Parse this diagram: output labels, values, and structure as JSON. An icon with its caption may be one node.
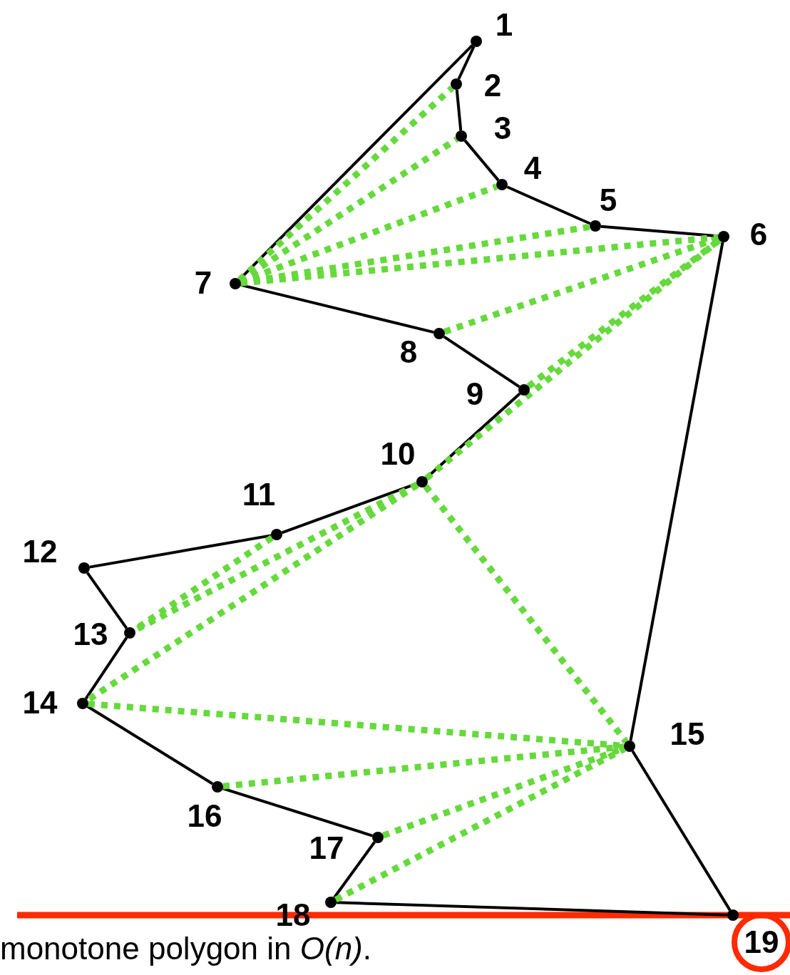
{
  "diagram": {
    "caption": "monotone polygon in *O(n)*.",
    "nodes": [
      {
        "text": [
          "1"
        ]
      },
      {
        "text": [
          "2"
        ]
      },
      {
        "text": [
          "3"
        ]
      },
      {
        "text": [
          "4"
        ]
      },
      {
        "text": [
          "5"
        ]
      },
      {
        "text": [
          "6"
        ]
      },
      {
        "text": [
          "7"
        ]
      },
      {
        "text": [
          "8"
        ]
      },
      {
        "text": [
          "9"
        ]
      },
      {
        "text": [
          "10"
        ]
      },
      {
        "text": [
          "11"
        ]
      },
      {
        "text": [
          "12"
        ]
      },
      {
        "text": [
          "13"
        ]
      },
      {
        "text": [
          "14"
        ]
      },
      {
        "text": [
          "15"
        ]
      },
      {
        "text": [
          "16"
        ]
      },
      {
        "text": [
          "17"
        ]
      },
      {
        "text": [
          "18"
        ]
      },
      {
        "text": [
          "19"
        ]
      }
    ],
    "edges": [
      {
        "from": 0,
        "to": 1,
        "arrow": "none"
      },
      {
        "from": 1,
        "to": 2,
        "arrow": "none"
      },
      {
        "from": 2,
        "to": 3,
        "arrow": "none"
      },
      {
        "from": 3,
        "to": 4,
        "arrow": "none"
      },
      {
        "from": 4,
        "to": 5,
        "arrow": "none"
      },
      {
        "from": 5,
        "to": 14,
        "arrow": "none"
      },
      {
        "from": 14,
        "to": 18,
        "arrow": "none"
      },
      {
        "from": 18,
        "to": 17,
        "arrow": "none"
      },
      {
        "from": 17,
        "to": 16,
        "arrow": "none"
      },
      {
        "from": 16,
        "to": 15,
        "arrow": "none"
      },
      {
        "from": 15,
        "to": 13,
        "arrow": "none"
      },
      {
        "from": 13,
        "to": 12,
        "arrow": "none"
      },
      {
        "from": 12,
        "to": 11,
        "arrow": "none"
      },
      {
        "from": 11,
        "to": 10,
        "arrow": "none"
      },
      {
        "from": 10,
        "to": 9,
        "arrow": "none"
      },
      {
        "from": 9,
        "to": 8,
        "arrow": "none"
      },
      {
        "from": 8,
        "to": 7,
        "arrow": "none"
      },
      {
        "from": 7,
        "to": 6,
        "arrow": "none"
      },
      {
        "from": 6,
        "to": 0,
        "arrow": "none"
      },
      {
        "from": 6,
        "to": 1,
        "arrow": "none",
        "style": "dashed",
        "color": "#66d93d"
      },
      {
        "from": 6,
        "to": 2,
        "arrow": "none",
        "style": "dashed",
        "color": "#66d93d"
      },
      {
        "from": 6,
        "to": 3,
        "arrow": "none",
        "style": "dashed",
        "color": "#66d93d"
      },
      {
        "from": 6,
        "to": 4,
        "arrow": "none",
        "style": "dashed",
        "color": "#66d93d"
      },
      {
        "from": 6,
        "to": 5,
        "arrow": "none",
        "style": "dashed",
        "color": "#66d93d"
      },
      {
        "from": 7,
        "to": 5,
        "arrow": "none",
        "style": "dashed",
        "color": "#66d93d"
      },
      {
        "from": 8,
        "to": 5,
        "arrow": "none",
        "style": "dashed",
        "color": "#66d93d"
      },
      {
        "from": 9,
        "to": 5,
        "arrow": "none",
        "style": "dashed",
        "color": "#66d93d"
      },
      {
        "from": 10,
        "to": 12,
        "arrow": "none",
        "style": "dashed",
        "color": "#66d93d"
      },
      {
        "from": 9,
        "to": 12,
        "arrow": "none",
        "style": "dashed",
        "color": "#66d93d"
      },
      {
        "from": 9,
        "to": 13,
        "arrow": "none",
        "style": "dashed",
        "color": "#66d93d"
      },
      {
        "from": 9,
        "to": 14,
        "arrow": "none",
        "style": "dashed",
        "color": "#66d93d"
      },
      {
        "from": 13,
        "to": 14,
        "arrow": "none",
        "style": "dashed",
        "color": "#66d93d"
      },
      {
        "from": 15,
        "to": 14,
        "arrow": "none",
        "style": "dashed",
        "color": "#66d93d"
      },
      {
        "from": 16,
        "to": 14,
        "arrow": "none",
        "style": "dashed",
        "color": "#66d93d"
      },
      {
        "from": 17,
        "to": 14,
        "arrow": "none",
        "style": "dashed",
        "color": "#66d93d"
      }
    ]
  }
}
